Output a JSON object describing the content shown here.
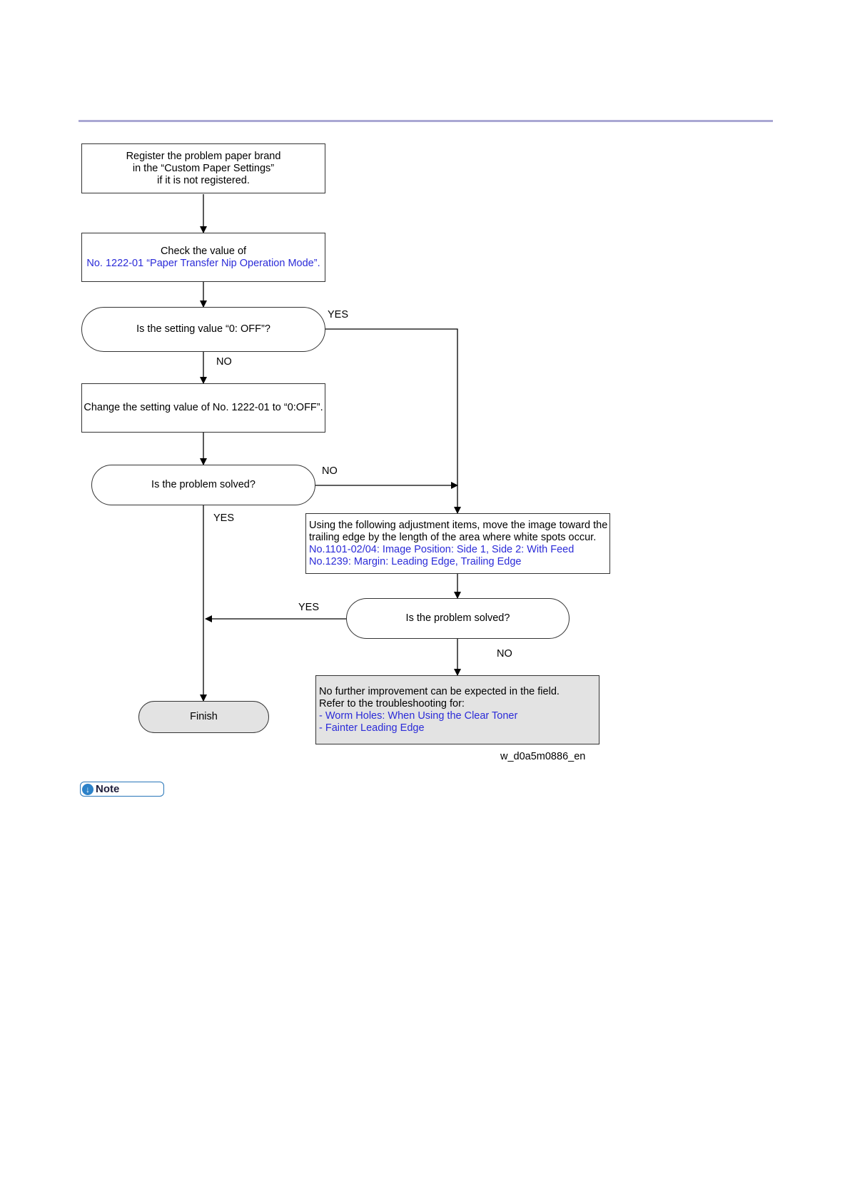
{
  "nodes": {
    "register": [
      "Register the problem paper brand",
      "in the “Custom Paper Settings”",
      "if it is not registered."
    ],
    "check_line1": "Check the value of",
    "check_line2": "No. 1222-01 “Paper Transfer Nip Operation Mode”.",
    "decision_setting": "Is the setting value “0: OFF”?",
    "change": "Change the setting value of No. 1222-01 to “0:OFF”.",
    "decision_solved_1": "Is the problem solved?",
    "adjust_line1": "Using the following adjustment items, move the image toward the",
    "adjust_line2": "trailing edge by the length of the area where white spots occur.",
    "adjust_link1": "No.1101-02/04: Image Position: Side 1, Side 2: With Feed",
    "adjust_link2": "No.1239: Margin: Leading Edge, Trailing Edge",
    "decision_solved_2": "Is the problem solved?",
    "finish": "Finish",
    "further_line1": "No further improvement can be expected in the field.",
    "further_line2": "Refer to the troubleshooting for:",
    "further_link1": "- Worm Holes: When Using the Clear Toner",
    "further_link2": "- Fainter Leading Edge"
  },
  "labels": {
    "yes": "YES",
    "no": "NO"
  },
  "caption": "w_d0a5m0886_en",
  "note_label": "Note",
  "colors": {
    "rule": "#a9a7d3",
    "link": "#2b2bd8",
    "terminal_fill": "#e3e3e3",
    "note_border": "#2876b8"
  }
}
